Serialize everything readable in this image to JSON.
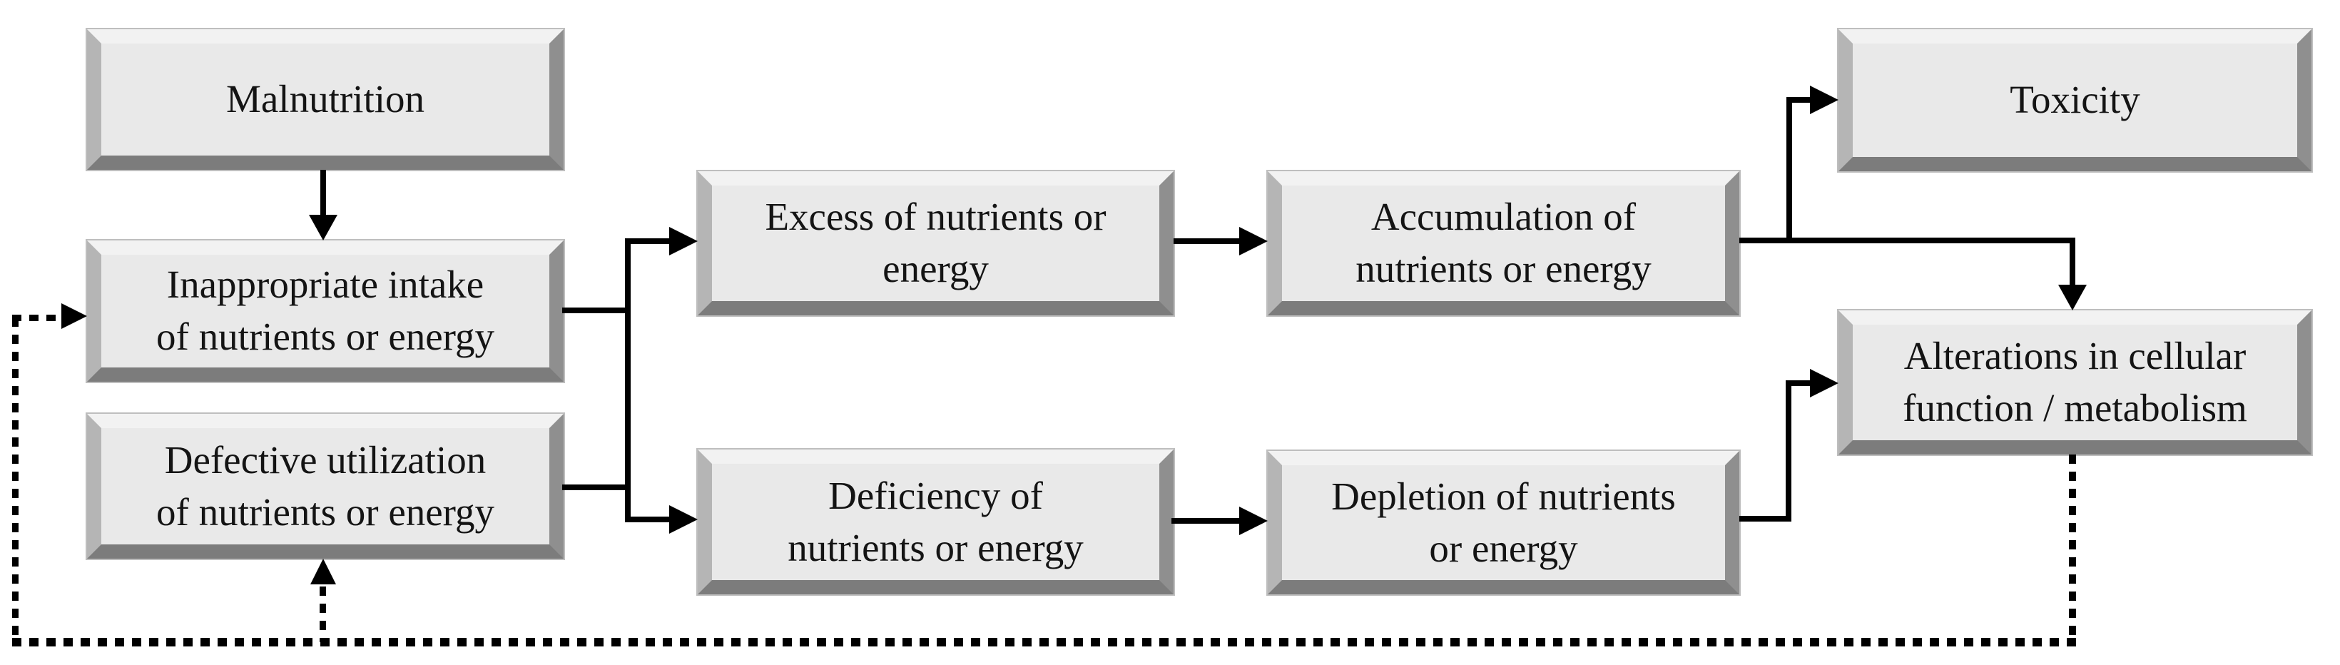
{
  "title": "Malnutrition pathophysiology flowchart",
  "colors": {
    "background": "#ffffff",
    "box_fill": "#e9e9e9",
    "bevel_top": "#f2f2f2",
    "bevel_left": "#b5b5b5",
    "bevel_right": "#8f8f8f",
    "bevel_bottom": "#7c7c7c",
    "line": "#000000",
    "text": "#141414"
  },
  "nodes": [
    {
      "id": "malnutrition",
      "label": "Malnutrition",
      "lines": [
        "Malnutrition",
        ""
      ]
    },
    {
      "id": "inappropriate-intake",
      "label": "Inappropriate intake of nutrients or energy",
      "lines": [
        "Inappropriate intake",
        "of nutrients or energy"
      ]
    },
    {
      "id": "defective-utilization",
      "label": "Defective utilization of nutrients or energy",
      "lines": [
        "Defective utilization",
        "of nutrients or energy"
      ]
    },
    {
      "id": "excess",
      "label": "Excess of nutrients or energy",
      "lines": [
        "Excess of nutrients or",
        "energy"
      ]
    },
    {
      "id": "deficiency",
      "label": "Deficiency of nutrients or energy",
      "lines": [
        "Deficiency of",
        "nutrients or energy"
      ]
    },
    {
      "id": "accumulation",
      "label": "Accumulation of nutrients or energy",
      "lines": [
        "Accumulation of",
        "nutrients or energy"
      ]
    },
    {
      "id": "depletion",
      "label": "Depletion of nutrients or energy",
      "lines": [
        "Depletion of nutrients",
        "or energy"
      ]
    },
    {
      "id": "toxicity",
      "label": "Toxicity",
      "lines": [
        "Toxicity",
        ""
      ]
    },
    {
      "id": "alterations",
      "label": "Alterations in cellular function / metabolism",
      "lines": [
        "Alterations in cellular",
        "function / metabolism"
      ]
    }
  ],
  "edges": [
    {
      "from": "malnutrition",
      "to": "inappropriate-intake",
      "style": "solid"
    },
    {
      "from": "inappropriate-intake",
      "to": "excess",
      "style": "solid"
    },
    {
      "from": "inappropriate-intake",
      "to": "deficiency",
      "style": "solid"
    },
    {
      "from": "defective-utilization",
      "to": "excess",
      "style": "solid"
    },
    {
      "from": "defective-utilization",
      "to": "deficiency",
      "style": "solid"
    },
    {
      "from": "excess",
      "to": "accumulation",
      "style": "solid"
    },
    {
      "from": "deficiency",
      "to": "depletion",
      "style": "solid"
    },
    {
      "from": "accumulation",
      "to": "toxicity",
      "style": "solid"
    },
    {
      "from": "accumulation",
      "to": "alterations",
      "style": "solid"
    },
    {
      "from": "depletion",
      "to": "alterations",
      "style": "solid"
    },
    {
      "from": "alterations",
      "to": "inappropriate-intake",
      "style": "dotted"
    },
    {
      "from": "alterations",
      "to": "defective-utilization",
      "style": "dotted"
    }
  ]
}
